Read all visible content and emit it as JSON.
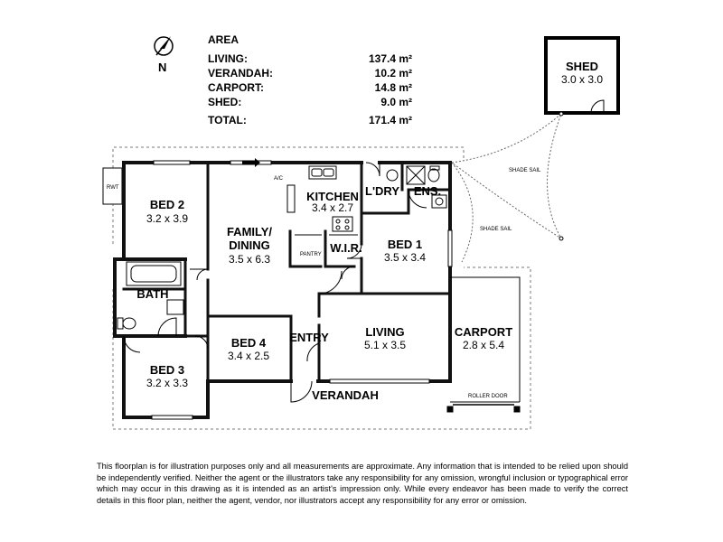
{
  "compass": {
    "north": "N"
  },
  "area": {
    "title": "AREA",
    "rows": [
      {
        "label": "LIVING:",
        "value": "137.4 m²"
      },
      {
        "label": "VERANDAH:",
        "value": "10.2 m²"
      },
      {
        "label": "CARPORT:",
        "value": "14.8 m²"
      },
      {
        "label": "SHED:",
        "value": "9.0 m²"
      }
    ],
    "total": {
      "label": "TOTAL:",
      "value": "171.4 m²"
    }
  },
  "shed": {
    "name": "SHED",
    "dims": "3.0 x 3.0"
  },
  "rooms": {
    "bed2": {
      "name": "BED 2",
      "dims": "3.2 x 3.9"
    },
    "family": {
      "name1": "FAMILY/",
      "name2": "DINING",
      "dims": "3.5 x 6.3"
    },
    "kitchen": {
      "name": "KITCHEN",
      "dims": "3.4 x 2.7"
    },
    "laundry": {
      "name": "L'DRY"
    },
    "ensuite": {
      "name": "ENS."
    },
    "wir": {
      "name": "W.I.R."
    },
    "bed1": {
      "name": "BED 1",
      "dims": "3.5 x 3.4"
    },
    "bath": {
      "name": "BATH"
    },
    "bed4": {
      "name": "BED 4",
      "dims": "3.4 x 2.5"
    },
    "entry": {
      "name": "ENTRY"
    },
    "living": {
      "name": "LIVING",
      "dims": "5.1 x 3.5"
    },
    "carport": {
      "name": "CARPORT",
      "dims": "2.8 x 5.4"
    },
    "bed3": {
      "name": "BED 3",
      "dims": "3.2 x 3.3"
    },
    "verandah": {
      "name": "VERANDAH"
    }
  },
  "labels": {
    "rwt": "RWT",
    "ac": "A/C",
    "pantry": "PANTRY",
    "shade_sail_1": "SHADE SAIL",
    "shade_sail_2": "SHADE SAIL",
    "roller_door": "ROLLER DOOR"
  },
  "disclaimer": "This floorplan is for illustration purposes only and all measurements are approximate. Any information that is intended to be relied upon should be independently verified. Neither the agent or the illustrators take any responsibility for any omission, wrongful inclusion or typographical error which may occur in this drawing as it is intended as an artist's impression only. While every endeavor has been made to verify the correct details in this floor plan, neither the agent, vendor, nor illustrators accept any responsibility for any error or omission."
}
